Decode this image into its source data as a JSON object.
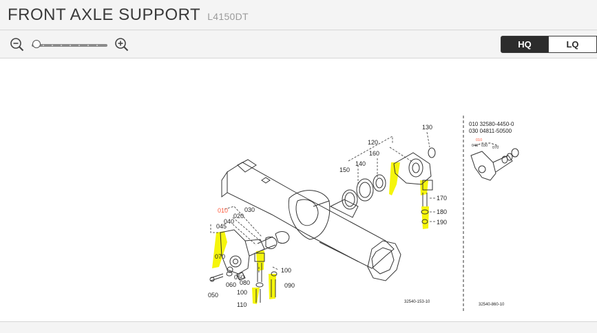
{
  "header": {
    "title": "FRONT AXLE SUPPORT",
    "model": "L4150DT"
  },
  "toolbar": {
    "quality_options": [
      "HQ",
      "LQ"
    ],
    "selected_quality": "HQ"
  },
  "diagram": {
    "main_callouts": [
      "010",
      "020",
      "030",
      "040",
      "045",
      "050",
      "060",
      "070",
      "080",
      "090",
      "100",
      "100",
      "110",
      "120",
      "130",
      "140",
      "150",
      "160",
      "170",
      "180",
      "190"
    ],
    "highlighted_callout": "010",
    "main_code": "32540-153-10",
    "inset_lines": [
      "010 32580-4450-0",
      "030 04811-50500"
    ],
    "inset_callouts": [
      "010",
      "040",
      "030",
      "070"
    ],
    "inset_code": "32540-860-10",
    "highlight_color": "#f5f500",
    "callout_highlight_color": "#ff5a3c"
  }
}
